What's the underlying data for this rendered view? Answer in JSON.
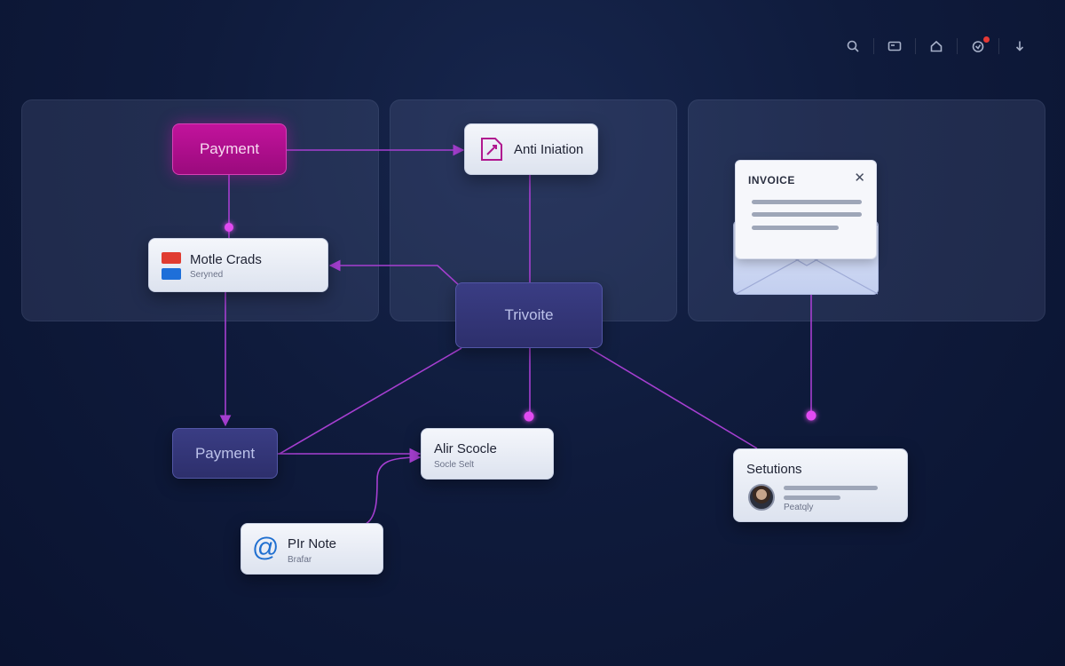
{
  "toolbar": {
    "icons": [
      "search-icon",
      "card-icon",
      "home-icon",
      "notification-icon",
      "download-icon"
    ],
    "badge_color": "#e53935"
  },
  "nodes": {
    "payment_top": {
      "label": "Payment"
    },
    "anti_iniation": {
      "label": "Anti Iniation"
    },
    "motle_crads": {
      "title": "Motle Crads",
      "subtitle": "Seryned"
    },
    "trivoite": {
      "label": "Trivoite"
    },
    "payment_bottom": {
      "label": "Payment"
    },
    "alir_scocle": {
      "title": "Alir Scocle",
      "subtitle": "Socle Selt"
    },
    "pir_note": {
      "title": "PIr Note",
      "subtitle": "Brafar"
    },
    "setutions": {
      "title": "Setutions",
      "subtitle": "Peatqly"
    },
    "invoice": {
      "title": "INVOICE",
      "close": "✕"
    }
  },
  "colors": {
    "magenta": "#c2139c",
    "wire": "#a63fd1",
    "dot": "#e24cf2",
    "indigo": "#343779"
  }
}
